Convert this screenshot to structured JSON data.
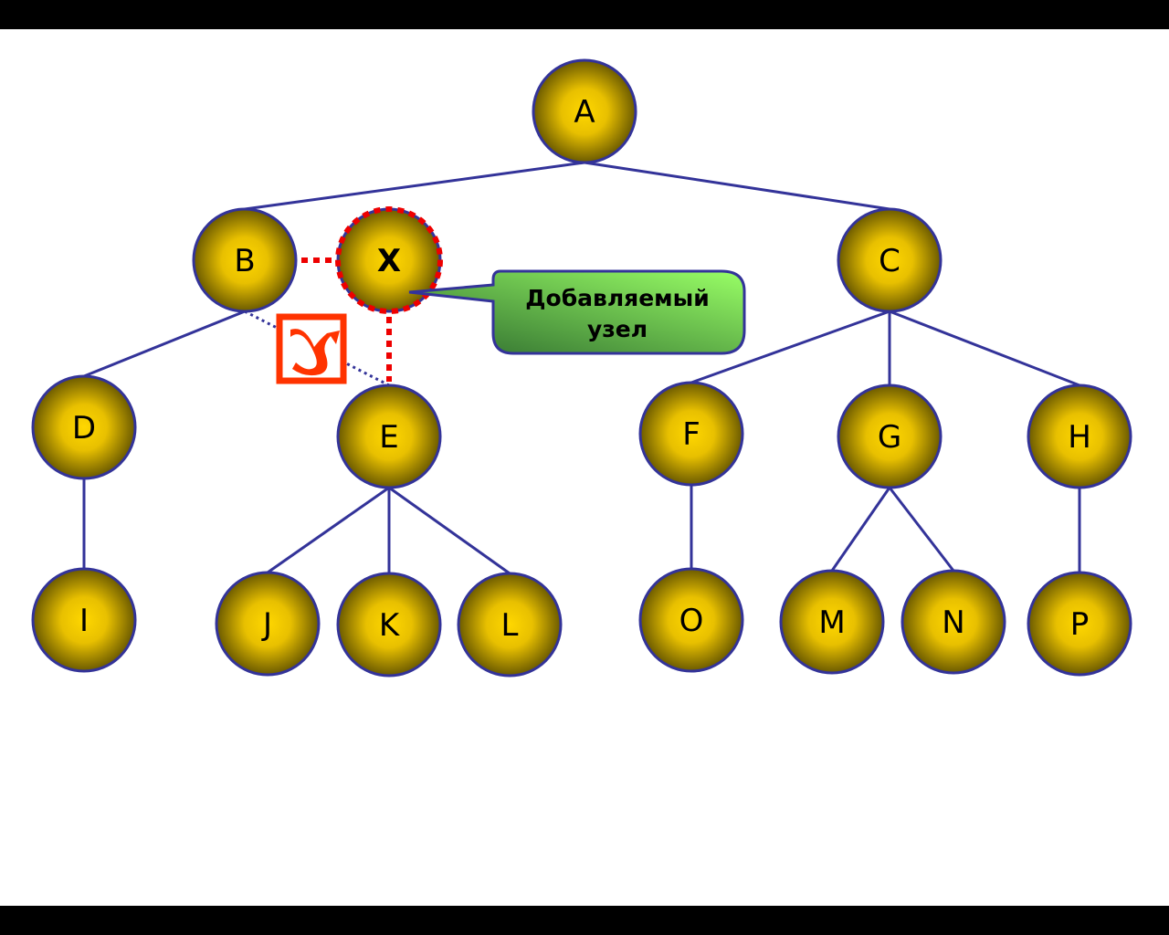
{
  "diagram": {
    "nodes": [
      {
        "id": "A",
        "label": "A"
      },
      {
        "id": "B",
        "label": "B"
      },
      {
        "id": "C",
        "label": "C"
      },
      {
        "id": "X",
        "label": "X"
      },
      {
        "id": "D",
        "label": "D"
      },
      {
        "id": "E",
        "label": "E"
      },
      {
        "id": "F",
        "label": "F"
      },
      {
        "id": "G",
        "label": "G"
      },
      {
        "id": "H",
        "label": "H"
      },
      {
        "id": "I",
        "label": "I"
      },
      {
        "id": "J",
        "label": "J"
      },
      {
        "id": "K",
        "label": "K"
      },
      {
        "id": "L",
        "label": "L"
      },
      {
        "id": "O",
        "label": "O"
      },
      {
        "id": "M",
        "label": "M"
      },
      {
        "id": "N",
        "label": "N"
      },
      {
        "id": "P",
        "label": "P"
      }
    ],
    "edges": [
      {
        "from": "A",
        "to": "B",
        "style": "solid"
      },
      {
        "from": "A",
        "to": "C",
        "style": "solid"
      },
      {
        "from": "B",
        "to": "D",
        "style": "solid"
      },
      {
        "from": "B",
        "to": "E",
        "style": "removed"
      },
      {
        "from": "B",
        "to": "X",
        "style": "new"
      },
      {
        "from": "X",
        "to": "E",
        "style": "new"
      },
      {
        "from": "D",
        "to": "I",
        "style": "solid"
      },
      {
        "from": "E",
        "to": "J",
        "style": "solid"
      },
      {
        "from": "E",
        "to": "K",
        "style": "solid"
      },
      {
        "from": "E",
        "to": "L",
        "style": "solid"
      },
      {
        "from": "C",
        "to": "F",
        "style": "solid"
      },
      {
        "from": "C",
        "to": "G",
        "style": "solid"
      },
      {
        "from": "C",
        "to": "H",
        "style": "solid"
      },
      {
        "from": "F",
        "to": "O",
        "style": "solid"
      },
      {
        "from": "G",
        "to": "M",
        "style": "solid"
      },
      {
        "from": "G",
        "to": "N",
        "style": "solid"
      },
      {
        "from": "H",
        "to": "P",
        "style": "solid"
      }
    ],
    "new_node": "X",
    "callout": {
      "line1": "Добавляемый",
      "line2": "узел"
    },
    "colors": {
      "node_fill_center": "#ffd700",
      "node_fill_edge": "#6b5a00",
      "outline": "#333399",
      "new_edge": "#ee0000",
      "removed_mark": "#ff3300",
      "callout_light": "#99ff66",
      "callout_dark": "#2e6b2e"
    },
    "icons": {
      "removed_edge": "x-mark-icon"
    }
  }
}
